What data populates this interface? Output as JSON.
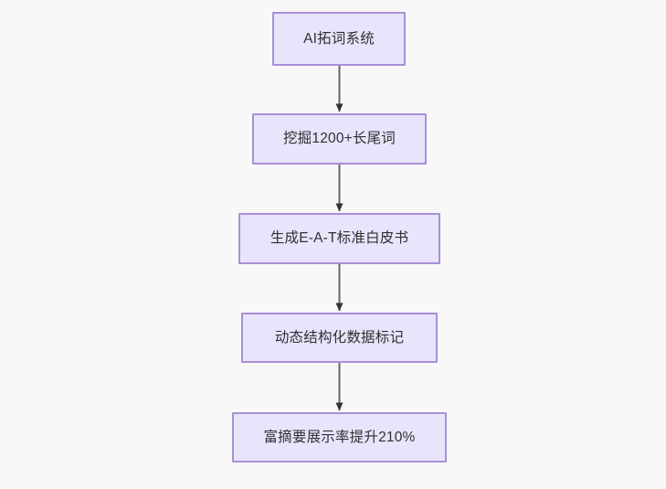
{
  "diagram": {
    "type": "flowchart",
    "direction": "top-to-bottom",
    "background_color": "#f8f8f8",
    "node_fill_color": "#e8e4fb",
    "node_border_color": "#a98fd9",
    "node_text_color": "#2f2f33",
    "edge_color": "#666666",
    "nodes": [
      {
        "id": "n0",
        "label": "AI拓词系统"
      },
      {
        "id": "n1",
        "label": "挖掘1200+长尾词"
      },
      {
        "id": "n2",
        "label": "生成E-A-T标准白皮书"
      },
      {
        "id": "n3",
        "label": "动态结构化数据标记"
      },
      {
        "id": "n4",
        "label": "富摘要展示率提升210%"
      }
    ],
    "edges": [
      {
        "from": "n0",
        "to": "n1",
        "label": ""
      },
      {
        "from": "n1",
        "to": "n2",
        "label": ""
      },
      {
        "from": "n2",
        "to": "n3",
        "label": ""
      },
      {
        "from": "n3",
        "to": "n4",
        "label": ""
      }
    ]
  }
}
